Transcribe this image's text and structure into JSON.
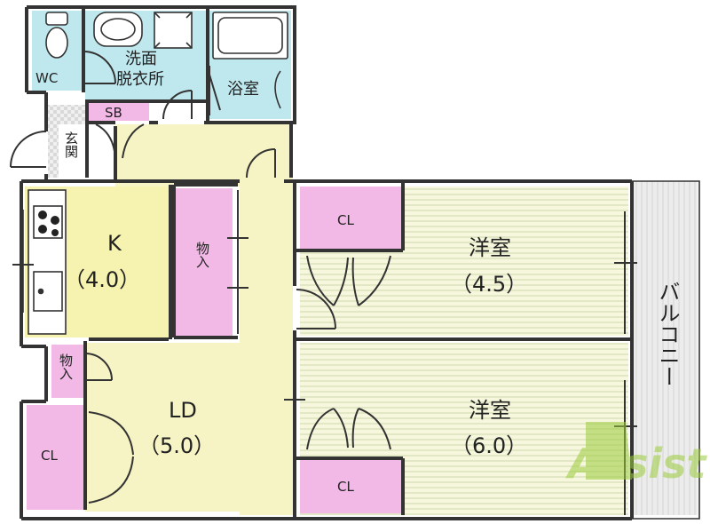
{
  "rooms": {
    "wc": "WC",
    "washroom_line1": "洗面",
    "washroom_line2": "脱衣所",
    "bath": "浴室",
    "sb": "SB",
    "entrance": "玄関",
    "kitchen_name": "K",
    "kitchen_size": "（4.0）",
    "storage_kitchen": "物入",
    "storage_ld": "物入",
    "cl_ld": "CL",
    "ld_name": "LD",
    "ld_size": "（5.0）",
    "cl_top": "CL",
    "cl_bottom": "CL",
    "western1_name": "洋室",
    "western1_size": "（4.5）",
    "western2_name": "洋室",
    "western2_size": "（6.0）",
    "balcony": "バルコニー"
  },
  "watermark": {
    "logo_text": "Assist"
  },
  "colors": {
    "wet_area": "#bfe8ee",
    "kitchen": "#f6f2b0",
    "closet": "#f2b8e6",
    "tatami_floor": "#f5f6d8",
    "hall": "#f6f3c4",
    "balcony": "#e9e9e9",
    "watermark": "#9ccc3c"
  }
}
